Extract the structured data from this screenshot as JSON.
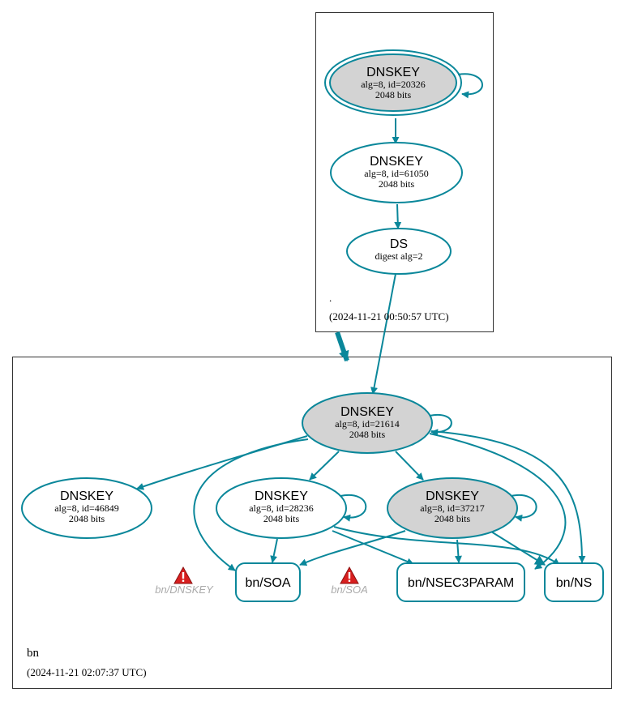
{
  "zones": {
    "root": {
      "name": ".",
      "timestamp": "(2024-11-21 00:50:57 UTC)"
    },
    "bn": {
      "name": "bn",
      "timestamp": "(2024-11-21 02:07:37 UTC)"
    }
  },
  "nodes": {
    "root_ksk": {
      "type": "DNSKEY",
      "detail": "alg=8, id=20326",
      "bits": "2048 bits"
    },
    "root_zsk": {
      "type": "DNSKEY",
      "detail": "alg=8, id=61050",
      "bits": "2048 bits"
    },
    "root_ds": {
      "type": "DS",
      "detail": "digest alg=2"
    },
    "bn_ksk": {
      "type": "DNSKEY",
      "detail": "alg=8, id=21614",
      "bits": "2048 bits"
    },
    "bn_key_46849": {
      "type": "DNSKEY",
      "detail": "alg=8, id=46849",
      "bits": "2048 bits"
    },
    "bn_key_28236": {
      "type": "DNSKEY",
      "detail": "alg=8, id=28236",
      "bits": "2048 bits"
    },
    "bn_key_37217": {
      "type": "DNSKEY",
      "detail": "alg=8, id=37217",
      "bits": "2048 bits"
    },
    "bn_soa": {
      "label": "bn/SOA"
    },
    "bn_nsec3param": {
      "label": "bn/NSEC3PARAM"
    },
    "bn_ns": {
      "label": "bn/NS"
    }
  },
  "warnings": {
    "dnskey": {
      "label": "bn/DNSKEY",
      "icon": "warning-triangle-icon"
    },
    "soa": {
      "label": "bn/SOA",
      "icon": "warning-triangle-icon"
    }
  },
  "colors": {
    "edge": "#0a879a",
    "sep_fill": "#d3d3d3",
    "warning_red": "#d81f1f",
    "warning_text": "#aaaaaa"
  }
}
